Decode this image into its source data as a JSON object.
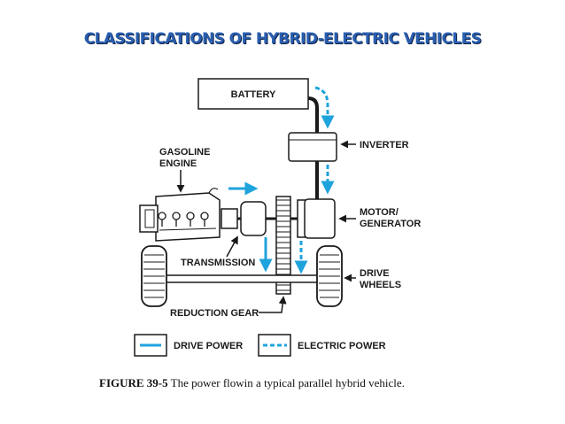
{
  "slide": {
    "title": "CLASSIFICATIONS OF HYBRID-ELECTRIC VEHICLES"
  },
  "diagram": {
    "labels": {
      "battery": "BATTERY",
      "inverter": "INVERTER",
      "gasoline_line1": "GASOLINE",
      "gasoline_line2": "ENGINE",
      "motor_line1": "MOTOR/",
      "motor_line2": "GENERATOR",
      "transmission": "TRANSMISSION",
      "drive_wheels_line1": "DRIVE",
      "drive_wheels_line2": "WHEELS",
      "reduction_gear": "REDUCTION GEAR"
    },
    "legend": {
      "drive_power": "DRIVE POWER",
      "electric_power": "ELECTRIC POWER"
    },
    "colors": {
      "flow": "#1fa3dc",
      "line": "#1a1a1a"
    }
  },
  "caption": {
    "figure_number": "FIGURE 39-5",
    "text": " The power flowin a typical parallel hybrid vehicle."
  }
}
